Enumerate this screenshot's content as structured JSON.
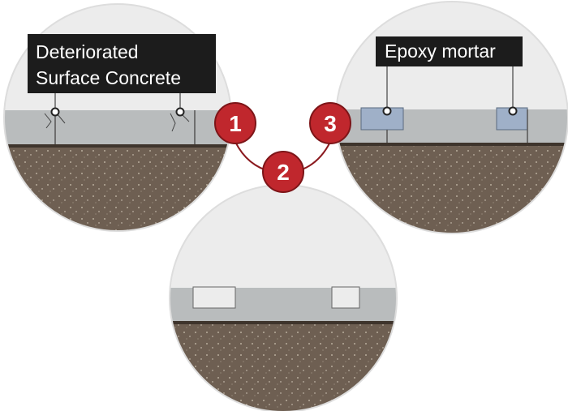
{
  "labels": {
    "deteriorated_line1": "Deteriorated",
    "deteriorated_line2": "Surface Concrete",
    "epoxy": "Epoxy mortar"
  },
  "steps": [
    "1",
    "2",
    "3"
  ],
  "colors": {
    "badge": "#c0272d",
    "connector": "#8b1a1f",
    "label_bg": "#1c1c1c",
    "concrete": "#b9bcbd",
    "epoxy": "#9fb0c8",
    "soil": "#6e5f52",
    "sky": "#ededed"
  }
}
